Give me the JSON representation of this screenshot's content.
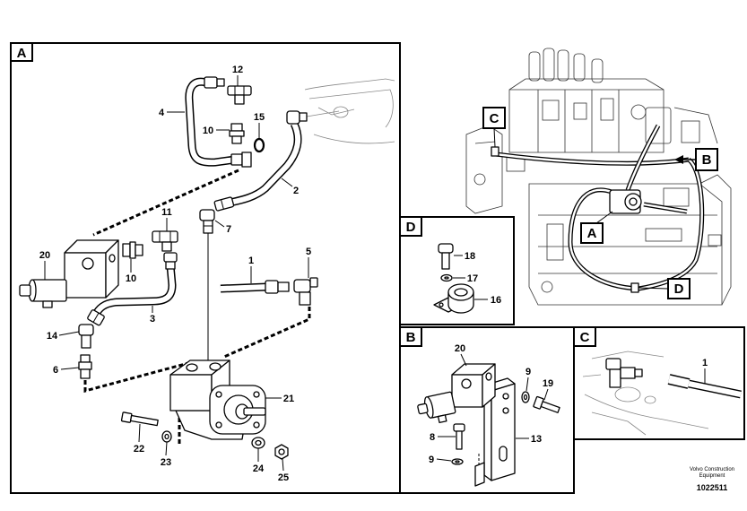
{
  "panel_a": {
    "label": "A",
    "callouts": [
      "12",
      "4",
      "10",
      "15",
      "2",
      "11",
      "7",
      "20",
      "10",
      "1",
      "5",
      "3",
      "14",
      "6",
      "21",
      "22",
      "23",
      "24",
      "25"
    ]
  },
  "panel_d": {
    "label": "D",
    "callouts": [
      "18",
      "17",
      "16"
    ]
  },
  "panel_b": {
    "label": "B",
    "callouts": [
      "20",
      "9",
      "19",
      "8",
      "13",
      "9"
    ]
  },
  "panel_c": {
    "label": "C",
    "callouts": [
      "1"
    ]
  },
  "overview": {
    "callouts": [
      "C",
      "B",
      "A",
      "D"
    ]
  },
  "footer": {
    "brand_line1": "Volvo Construction",
    "brand_line2": "Equipment",
    "drawing_number": "1022511"
  }
}
